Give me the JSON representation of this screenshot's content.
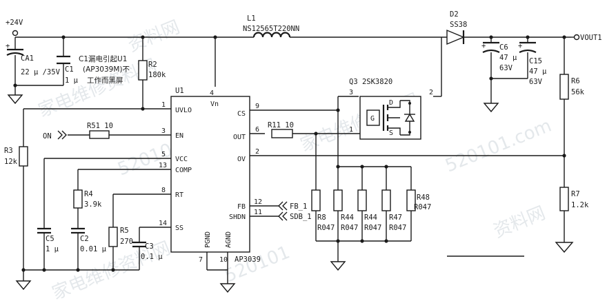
{
  "watermark": {
    "text_a": "家电维修资料网",
    "text_b": "520101.com",
    "text_c": "家电维修资料网",
    "text_d": "520101",
    "text_e": "资料网",
    "text_f": "家电维修资料网"
  },
  "power": {
    "vin": "+24V",
    "vout": "VOUT1"
  },
  "ic": {
    "name": "U1",
    "part": "AP3039",
    "pins": {
      "p1_num": "1",
      "p1_name": "UVLO",
      "p3_num": "3",
      "p3_name": "EN",
      "p5_num": "5",
      "p5_name": "VCC",
      "p13_num": "13",
      "p13_name": "COMP",
      "p8_num": "8",
      "p8_name": "RT",
      "p14_num": "14",
      "p14_name": "SS",
      "p4_num": "4",
      "p4_name": "Vn",
      "p9_num": "9",
      "p9_name": "CS",
      "p6_num": "6",
      "p6_name": "OUT",
      "p2_num": "2",
      "p2_name": "OV",
      "p12_num": "12",
      "p12_name": "FB",
      "p11_num": "11",
      "p11_name": "SHDN",
      "p7_num": "7",
      "p7_name": "PGND",
      "p10_num": "10",
      "p10_name": "AGND"
    }
  },
  "components": {
    "ca1_name": "CA1",
    "ca1_value": "22 μ /35V",
    "c1_name": "C1",
    "c1_value": "1 μ",
    "note_line1": "C1漏电引起U1",
    "note_line2": "(AP3039M)不",
    "note_line3": "工作而黑屏",
    "r2_name": "R2",
    "r2_value": "180k",
    "l1_name": "L1",
    "l1_value": "NS12565T220NN",
    "d2_name": "D2",
    "d2_value": "SS38",
    "c6_name": "C6",
    "c6_value1": "47 μ",
    "c6_value2": "63V",
    "c15_name": "C15",
    "c15_value1": "47 μ",
    "c15_value2": "63V",
    "r6_name": "R6",
    "r6_value": "56k",
    "r7_name": "R7",
    "r7_value": "1.2k",
    "q3_name": "Q3 2SK3820",
    "q3_g": "G",
    "q3_d": "D",
    "q3_s": "S",
    "q3_pin1": "1",
    "q3_pin2": "2",
    "q3_pin3": "3",
    "r3_name": "R3",
    "r3_value": "12k",
    "on_label": "ON",
    "r51_name": "R51 10",
    "r11_name": "R11 10",
    "r4_name": "R4",
    "r4_value": "3.9k",
    "c5_name": "C5",
    "c5_value": "1 μ",
    "c2_name": "C2",
    "c2_value": "0.01 μ",
    "r5_name": "R5",
    "r5_value": "270",
    "c3_name": "C3",
    "c3_value": "0.1 μ",
    "r8_name": "R8",
    "r8_value": "R047",
    "r44a_name": "R44",
    "r44a_value": "R047",
    "r44b_name": "R44",
    "r44b_value": "R047",
    "r47_name": "R47",
    "r47_value": "R047",
    "r48_name": "R48",
    "r48_value": "R047",
    "fb_label": "FB_1",
    "sdb_label": "SDB_1"
  }
}
